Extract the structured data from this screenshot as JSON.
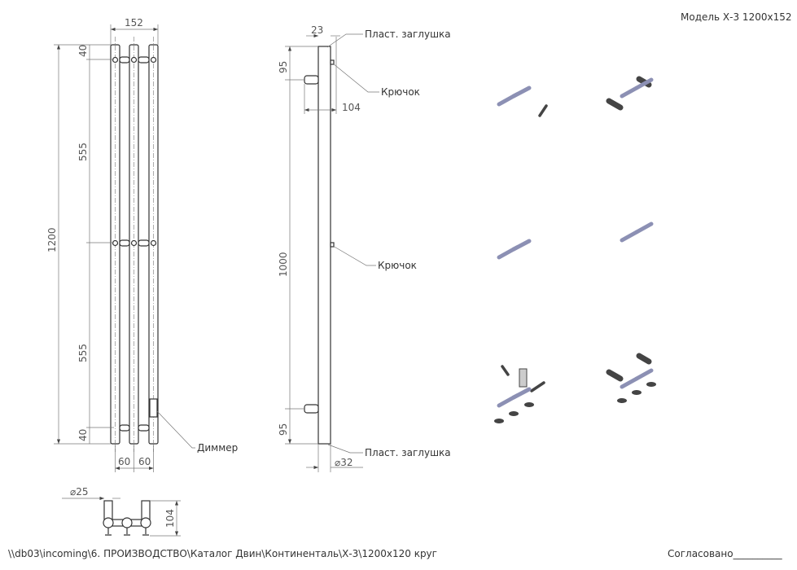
{
  "title": "Модель Х-3 1200х152",
  "approval": "Согласовано__________",
  "file_path": "\\\\db03\\incoming\\6. ПРОИЗВОДСТВО\\Каталог Двин\\Континенталь\\Х-3\\1200х120 круг",
  "front_view": {
    "dims": {
      "width": "152",
      "height": "1200",
      "top_offset": "40",
      "upper_span": "555",
      "lower_span": "555",
      "bottom_offset": "40",
      "spacing_left": "60",
      "spacing_right": "60"
    },
    "dimmer_label": "Диммер"
  },
  "side_view": {
    "dims": {
      "thickness": "23",
      "top_offset": "95",
      "depth": "104",
      "height": "1000",
      "bottom_offset": "95",
      "diameter": "⌀32"
    },
    "labels": {
      "cap_top": "Пласт. заглушка",
      "hook_top": "Крючок",
      "hook_mid": "Крючок",
      "cap_bottom": "Пласт. заглушка"
    }
  },
  "top_view": {
    "dims": {
      "diameter": "⌀25",
      "depth": "104"
    }
  },
  "colors": {
    "tube_3d": "#8c90b4",
    "line": "#333333"
  }
}
